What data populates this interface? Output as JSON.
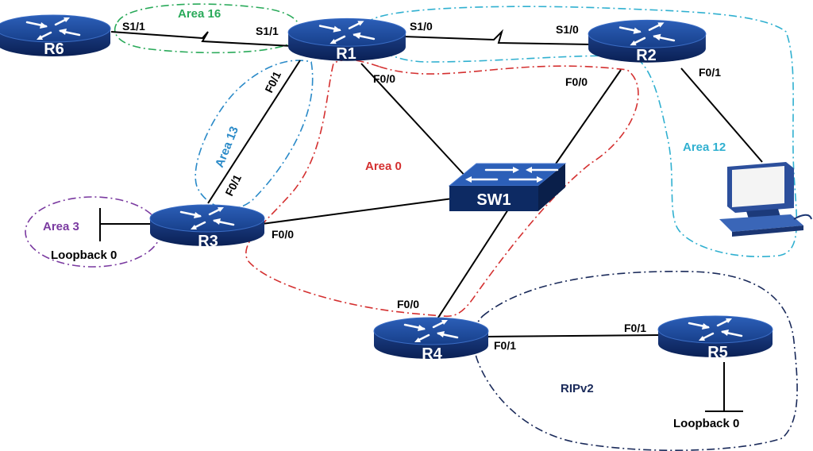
{
  "colors": {
    "router_body": "#0d2a63",
    "router_top": "#1a4a9c",
    "area16": "#2aaa5a",
    "area13": "#2a8ac8",
    "area0": "#d43030",
    "area12": "#30b0d0",
    "area3": "#7a3aa0",
    "rip": "#1a2a5a"
  },
  "routers": {
    "r1": "R1",
    "r2": "R2",
    "r3": "R3",
    "r4": "R4",
    "r5": "R5",
    "r6": "R6"
  },
  "switch": {
    "sw1": "SW1"
  },
  "areas": {
    "area16": "Area 16",
    "area13": "Area 13",
    "area0": "Area 0",
    "area12": "Area 12",
    "area3": "Area 3",
    "rip": "RIPv2"
  },
  "interfaces": {
    "r6_s11": "S1/1",
    "r1_s11": "S1/1",
    "r1_s10": "S1/0",
    "r2_s10": "S1/0",
    "r1_f01": "F0/1",
    "r1_f00": "F0/0",
    "r2_f00": "F0/0",
    "r2_f01": "F0/1",
    "r3_f01": "F0/1",
    "r3_f00": "F0/0",
    "r4_f00": "F0/0",
    "r4_f01": "F0/1",
    "r5_f01": "F0/1"
  },
  "loopbacks": {
    "r3": "Loopback 0",
    "r5": "Loopback 0"
  },
  "icons": [
    "router-icon",
    "switch-icon",
    "pc-icon"
  ]
}
